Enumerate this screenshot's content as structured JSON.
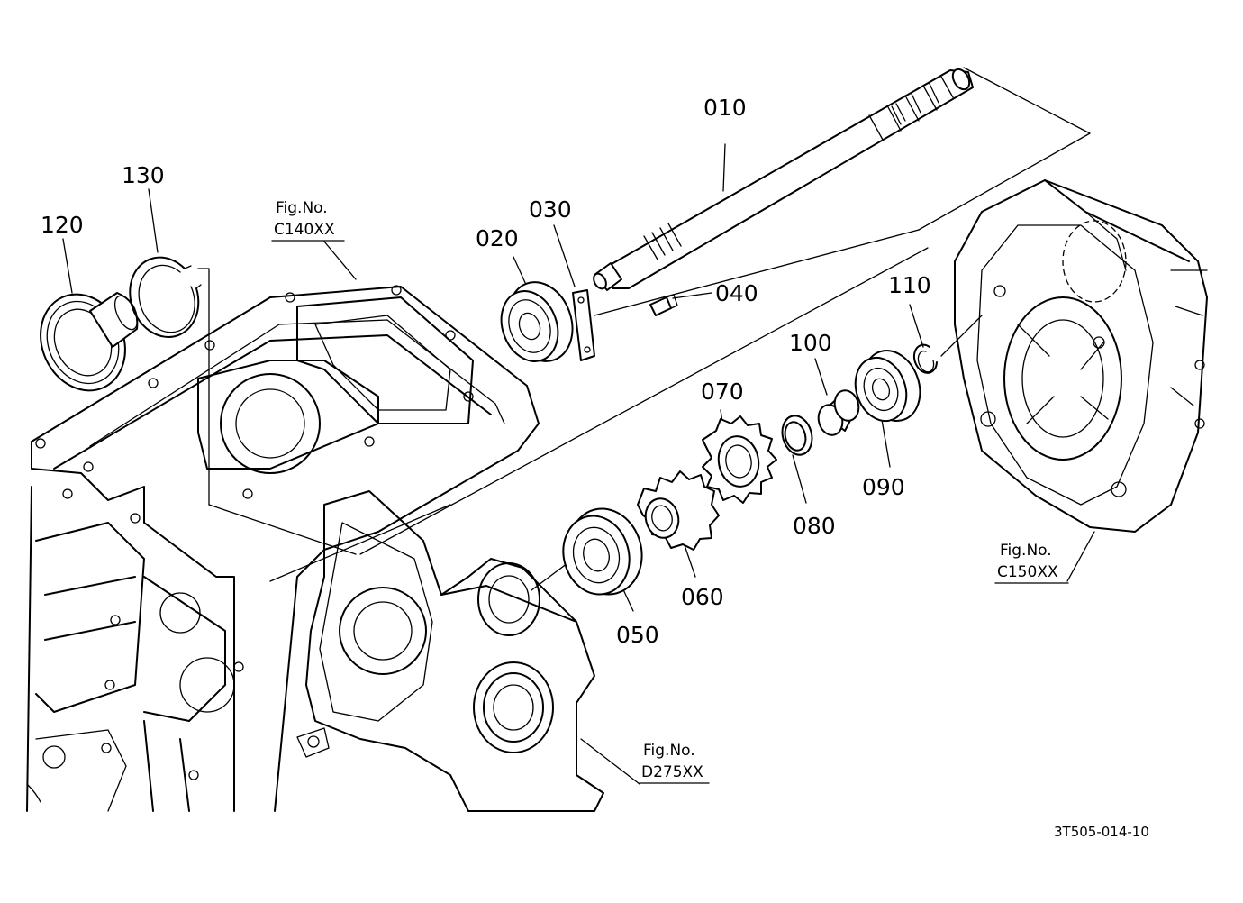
{
  "parts": [
    {
      "id": "p010",
      "label": "010"
    },
    {
      "id": "p020",
      "label": "020"
    },
    {
      "id": "p030",
      "label": "030"
    },
    {
      "id": "p040",
      "label": "040"
    },
    {
      "id": "p050",
      "label": "050"
    },
    {
      "id": "p060",
      "label": "060"
    },
    {
      "id": "p070",
      "label": "070"
    },
    {
      "id": "p080",
      "label": "080"
    },
    {
      "id": "p090",
      "label": "090"
    },
    {
      "id": "p100",
      "label": "100"
    },
    {
      "id": "p110",
      "label": "110"
    },
    {
      "id": "p120",
      "label": "120"
    },
    {
      "id": "p130",
      "label": "130"
    }
  ],
  "figure_refs": [
    {
      "heading": "Fig.No.",
      "code": "C140XX"
    },
    {
      "heading": "Fig.No.",
      "code": "C150XX"
    },
    {
      "heading": "Fig.No.",
      "code": "D275XX"
    }
  ],
  "drawing_code": "3T505-014-10",
  "colors": {
    "line": "#000000",
    "background": "#ffffff"
  }
}
